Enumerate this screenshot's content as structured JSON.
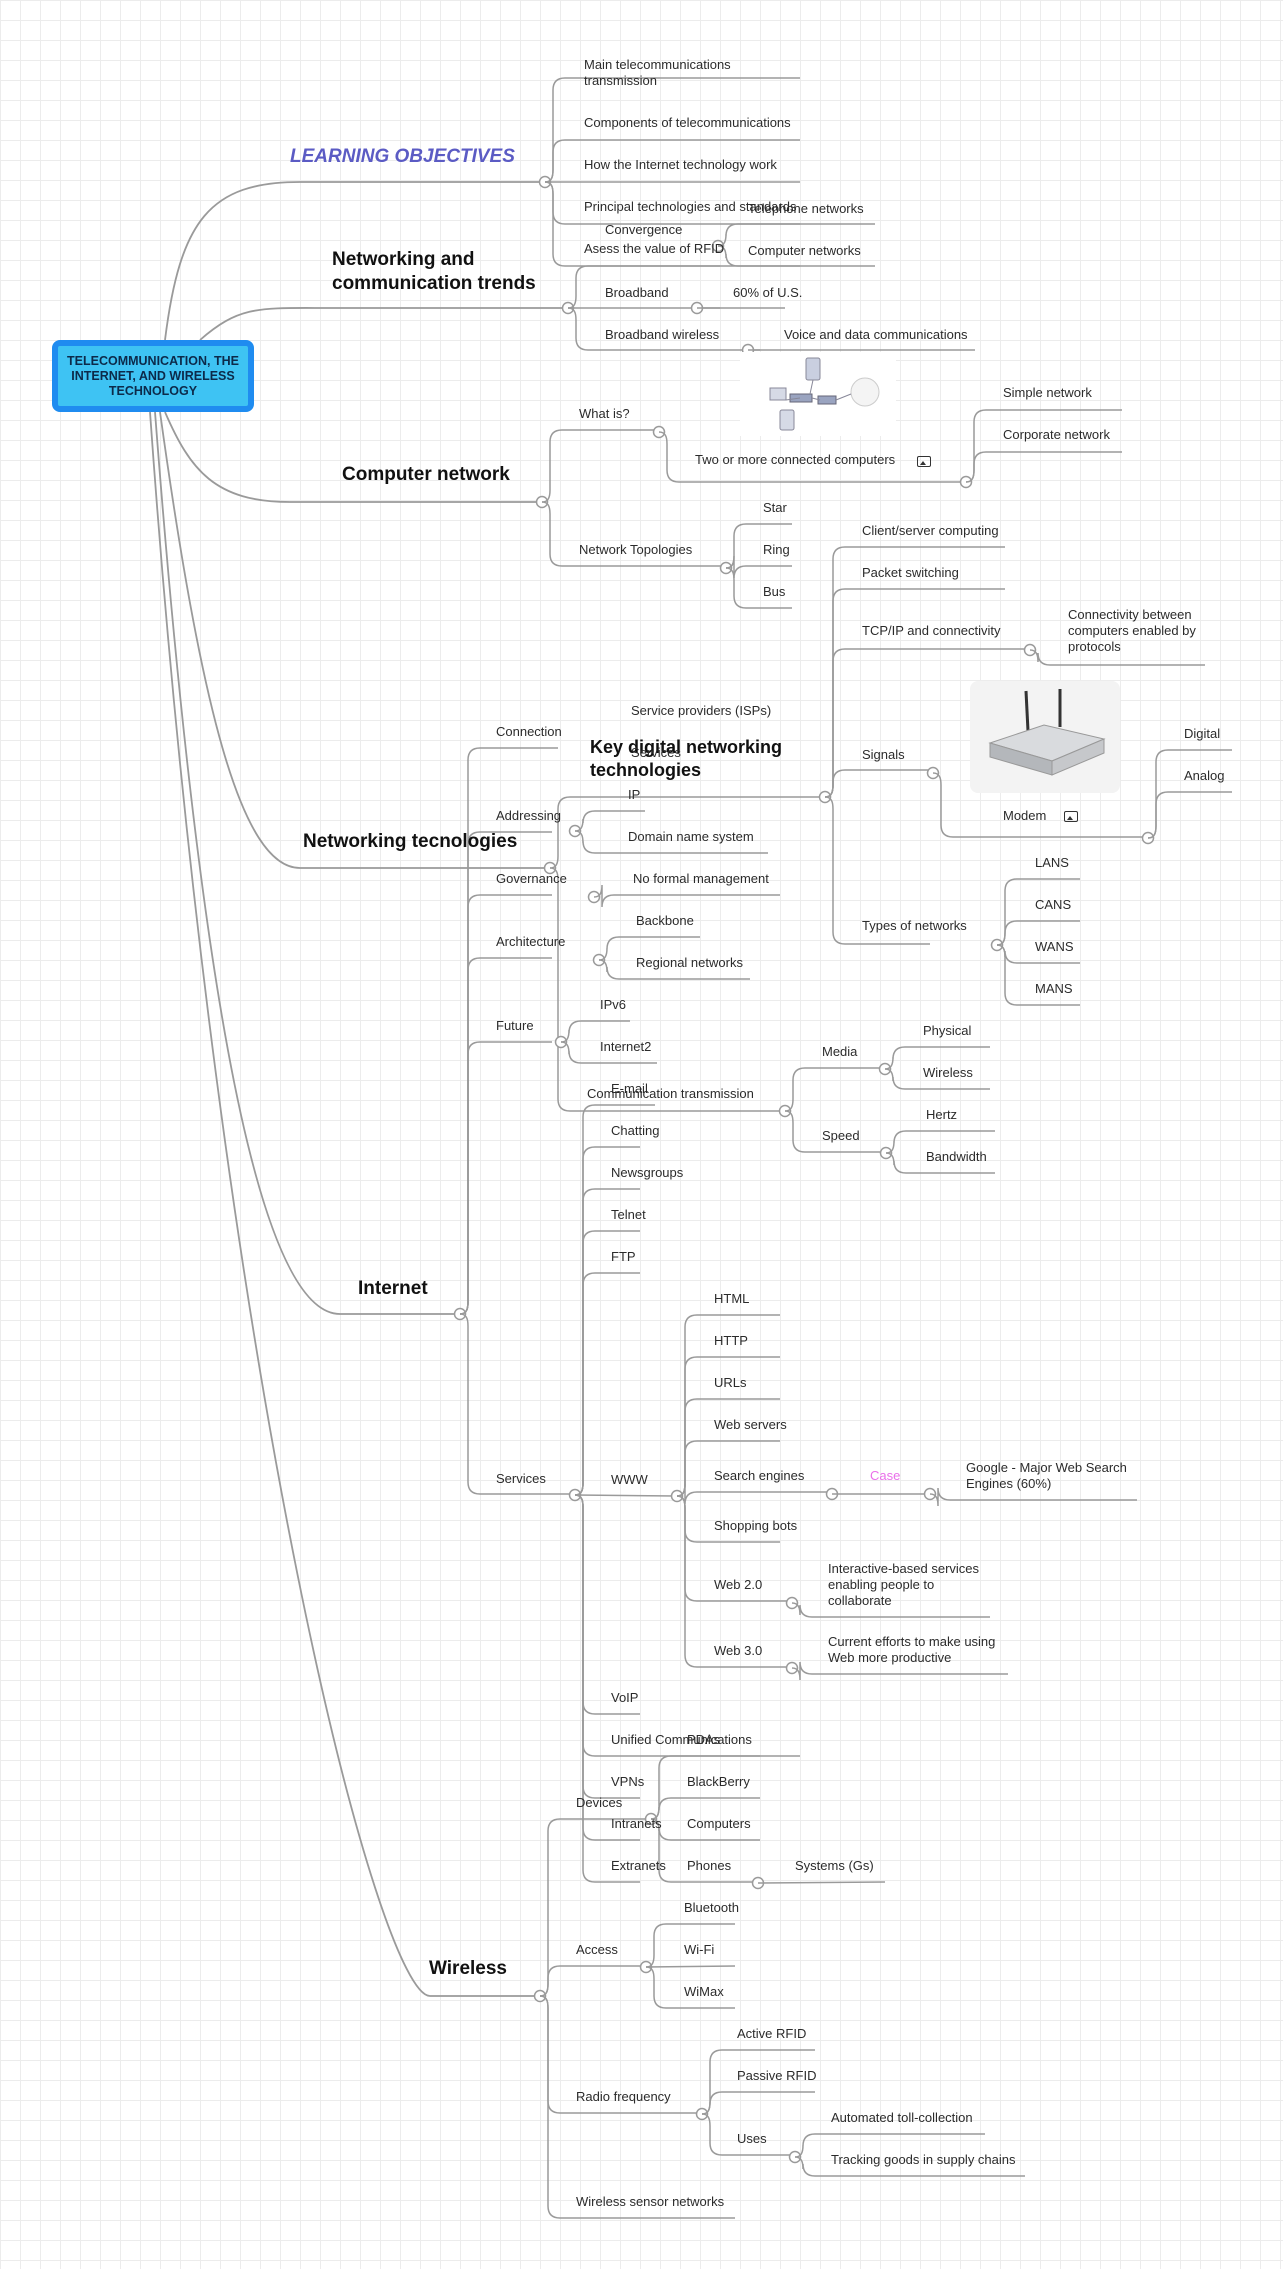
{
  "root": "TELECOMMUNICATION, THE INTERNET, AND WIRELESS TECHNOLOGY",
  "learning_objectives": {
    "title": "LEARNING OBJECTIVES",
    "items": [
      "Main telecommunications transmission",
      "Components of telecommunications",
      "How the Internet technology work",
      "Principal technologies and standards",
      "Asess the value of RFID"
    ]
  },
  "trends": {
    "title": "Networking and communication trends",
    "convergence": "Convergence",
    "convergence_items": [
      "Telephone networks",
      "Computer networks"
    ],
    "broadband": "Broadband",
    "broadband_item": "60% of U.S.",
    "broadband_wireless": "Broadband wireless",
    "broadband_wireless_item": "Voice and data communications"
  },
  "computer_network": {
    "title": "Computer network",
    "what_is": "What is?",
    "connected": "Two or more connected computers",
    "connected_items": [
      "Simple network",
      "Corporate network"
    ],
    "topologies": "Network Topologies",
    "topology_items": [
      "Star",
      "Ring",
      "Bus"
    ]
  },
  "networking_tech": {
    "title": "Networking tecnologies",
    "key_title": "Key digital networking technologies",
    "client_server": "Client/server computing",
    "packet": "Packet switching",
    "tcpip": "TCP/IP and connectivity",
    "tcpip_item": "Connectivity between computers enabled by protocols",
    "signals": "Signals",
    "modem": "Modem",
    "signal_items": [
      "Digital",
      "Analog"
    ],
    "types": "Types of networks",
    "types_items": [
      "LANS",
      "CANS",
      "WANS",
      "MANS"
    ],
    "comm": "Communication transmission",
    "media": "Media",
    "media_items": [
      "Physical",
      "Wireless"
    ],
    "speed": "Speed",
    "speed_items": [
      "Hertz",
      "Bandwidth"
    ]
  },
  "internet": {
    "title": "Internet",
    "connection": "Connection",
    "connection_items": [
      "Service providers (ISPs)",
      "Services"
    ],
    "addressing": "Addressing",
    "addressing_items": [
      "IP",
      "Domain name system"
    ],
    "governance": "Governance",
    "governance_item": "No formal management",
    "architecture": "Architecture",
    "architecture_items": [
      "Backbone",
      "Regional networks"
    ],
    "future": "Future",
    "future_items": [
      "IPv6",
      "Internet2"
    ],
    "services": "Services",
    "services_items": [
      "E-mail",
      "Chatting",
      "Newsgroups",
      "Telnet",
      "FTP",
      "WWW",
      "VoIP",
      "Unified Communications",
      "VPNs",
      "Intranets",
      "Extranets"
    ],
    "www_items": [
      "HTML",
      "HTTP",
      "URLs",
      "Web servers",
      "Search engines",
      "Shopping bots",
      "Web 2.0",
      "Web 3.0"
    ],
    "case": "Case",
    "case_item": "Google - Major Web Search Engines (60%)",
    "web2_item": "Interactive-based services enabling people to collaborate",
    "web3_item": "Current efforts to make using Web more productive"
  },
  "wireless": {
    "title": "Wireless",
    "devices": "Devices",
    "devices_items": [
      "PDAs",
      "BlackBerry",
      "Computers",
      "Phones"
    ],
    "phones_item": "Systems (Gs)",
    "access": "Access",
    "access_items": [
      "Bluetooth",
      "Wi-Fi",
      "WiMax"
    ],
    "radio": "Radio frequency",
    "radio_items": [
      "Active RFID",
      "Passive RFID",
      "Uses"
    ],
    "uses_items": [
      "Automated toll-collection",
      "Tracking goods in supply chains"
    ],
    "sensor": "Wireless sensor networks"
  },
  "colors": {
    "line": "#9a9a9a",
    "root_fill": "#3ec3f3",
    "root_border": "#1f8cf0",
    "objectives": "#5b5bc4",
    "case": "#ea6fea"
  },
  "icons": [
    "image-icon"
  ]
}
